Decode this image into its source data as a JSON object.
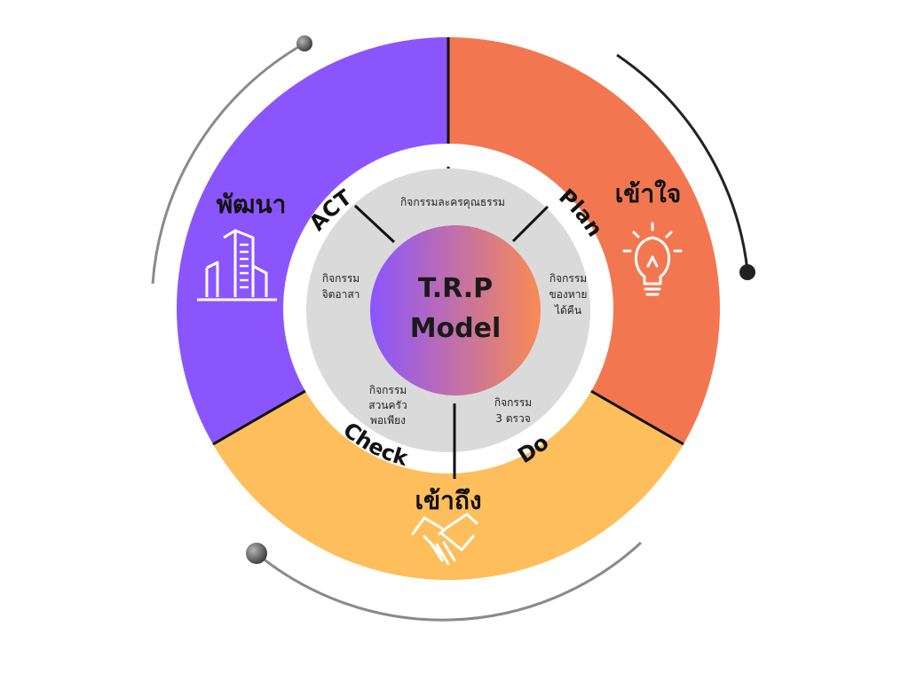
{
  "center": {
    "line1": "T.R.P",
    "line2": "Model"
  },
  "phases": {
    "act": "ACT",
    "plan": "Plan",
    "do": "Do",
    "check": "Check"
  },
  "outer_labels": {
    "develop": "พัฒนา",
    "understand": "เข้าใจ",
    "access": "เข้าถึง"
  },
  "activities": {
    "top": "กิจกรรมละครคุณธรรม",
    "left_1": "กิจกรรม",
    "left_2": "จิตอาสา",
    "right_1": "กิจกรรม",
    "right_2": "ของหาย",
    "right_3": "ได้คืน",
    "bottom_left_1": "กิจกรรม",
    "bottom_left_2": "สวนครัว",
    "bottom_left_3": "พอเพียง",
    "bottom_right_1": "กิจกรรม",
    "bottom_right_2": "3 ตรวจ"
  },
  "colors": {
    "purple": "#8B55FE",
    "orange": "#F27750",
    "yellow": "#FDBE5B",
    "inner_gray": "#DADADA",
    "gradient_start": "#8A55FE",
    "gradient_end": "#F98B53"
  },
  "icons": {
    "develop": "building-icon",
    "understand": "lightbulb-icon",
    "access": "handshake-icon"
  }
}
